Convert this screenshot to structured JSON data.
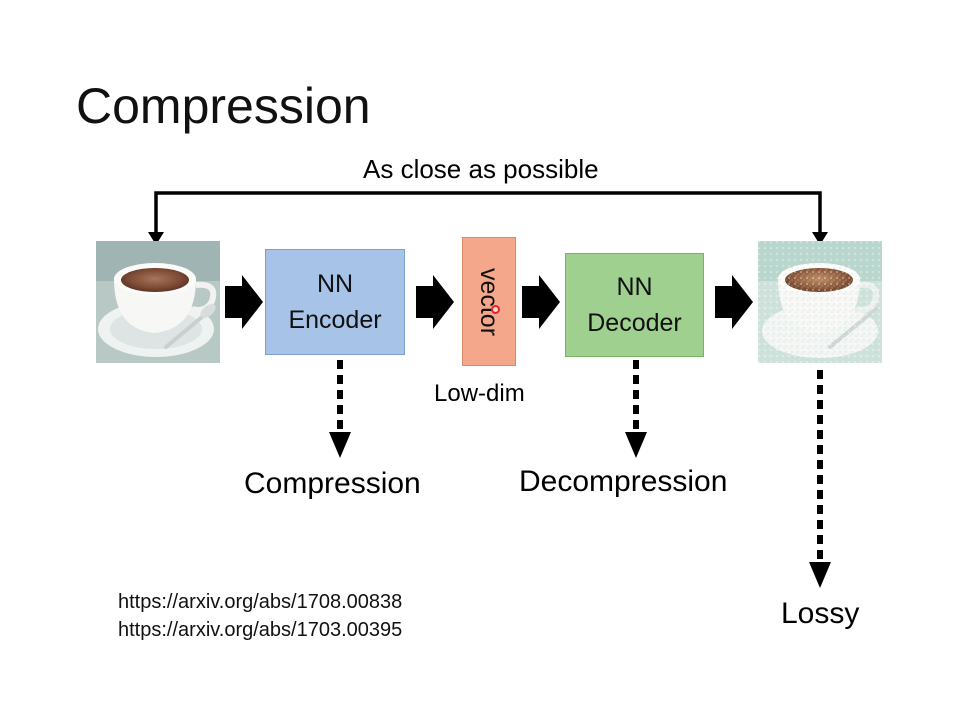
{
  "slide": {
    "title": "Compression",
    "reconstruction_label": "As close as possible",
    "encoder": {
      "line1": "NN",
      "line2": "Encoder"
    },
    "vector": {
      "label": "vector",
      "dim_label": "Low-dim"
    },
    "decoder": {
      "line1": "NN",
      "line2": "Decoder"
    },
    "outputs": {
      "compression": "Compression",
      "decompression": "Decompression",
      "lossy": "Lossy"
    },
    "references": [
      "https://arxiv.org/abs/1708.00838",
      "https://arxiv.org/abs/1703.00395"
    ]
  },
  "colors": {
    "encoder_fill": "#a7c3e8",
    "decoder_fill": "#9fd08f",
    "vector_fill": "#f4a78a",
    "arrow": "#000000"
  }
}
